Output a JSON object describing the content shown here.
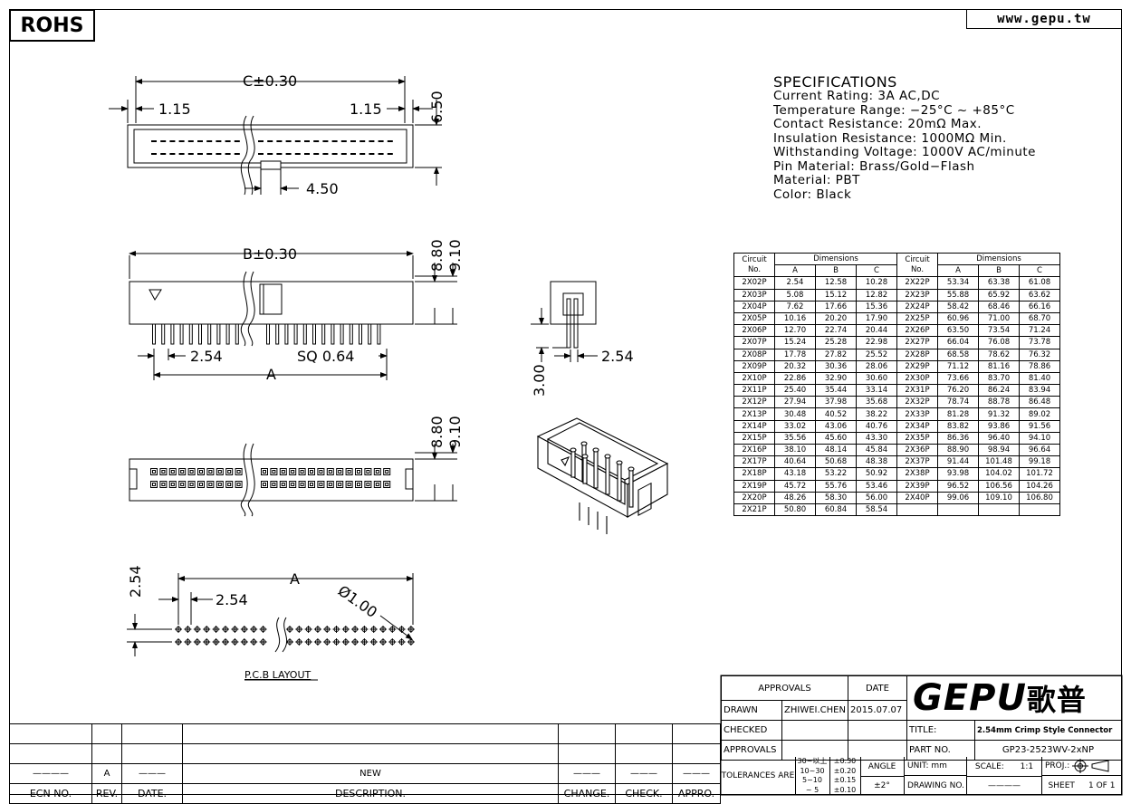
{
  "header": {
    "rohs": "ROHS",
    "website": "www.gepu.tw"
  },
  "specifications": {
    "title": "SPECIFICATIONS",
    "lines": [
      "Current Rating: 3A AC,DC",
      "Temperature Range: −25°C ~ +85°C",
      "Contact Resistance: 20mΩ Max.",
      "Insulation Resistance: 1000MΩ Min.",
      "Withstanding Voltage: 1000V AC/minute",
      "Pin Material: Brass/Gold−Flash",
      "Material: PBT",
      "Color: Black"
    ]
  },
  "drawing": {
    "top_view": {
      "c_dim": "C±0.30",
      "left_margin": "1.15",
      "right_margin": "1.15",
      "height": "6.50",
      "key_width": "4.50"
    },
    "front_view": {
      "b_dim": "B±0.30",
      "h1": "8.80",
      "h2": "9.10",
      "pitch": "2.54",
      "pin_sq": "SQ 0.64",
      "a_dim": "A"
    },
    "side_view": {
      "pin_len": "3.00",
      "pitch": "2.54"
    },
    "bottom_view": {
      "h1": "8.80",
      "h2": "9.10"
    },
    "pcb_layout": {
      "row_pitch": "2.54",
      "col_pitch": "2.54",
      "a_dim": "A",
      "hole": "Ø1.00",
      "caption": "P.C.B LAYOUT"
    }
  },
  "dimensions_table": {
    "col_headers": {
      "circuit": "Circuit",
      "no": "No.",
      "dimensions": "Dimensions",
      "a": "A",
      "b": "B",
      "c": "C"
    },
    "left": [
      [
        "2X02P",
        "2.54",
        "12.58",
        "10.28"
      ],
      [
        "2X03P",
        "5.08",
        "15.12",
        "12.82"
      ],
      [
        "2X04P",
        "7.62",
        "17.66",
        "15.36"
      ],
      [
        "2X05P",
        "10.16",
        "20.20",
        "17.90"
      ],
      [
        "2X06P",
        "12.70",
        "22.74",
        "20.44"
      ],
      [
        "2X07P",
        "15.24",
        "25.28",
        "22.98"
      ],
      [
        "2X08P",
        "17.78",
        "27.82",
        "25.52"
      ],
      [
        "2X09P",
        "20.32",
        "30.36",
        "28.06"
      ],
      [
        "2X10P",
        "22.86",
        "32.90",
        "30.60"
      ],
      [
        "2X11P",
        "25.40",
        "35.44",
        "33.14"
      ],
      [
        "2X12P",
        "27.94",
        "37.98",
        "35.68"
      ],
      [
        "2X13P",
        "30.48",
        "40.52",
        "38.22"
      ],
      [
        "2X14P",
        "33.02",
        "43.06",
        "40.76"
      ],
      [
        "2X15P",
        "35.56",
        "45.60",
        "43.30"
      ],
      [
        "2X16P",
        "38.10",
        "48.14",
        "45.84"
      ],
      [
        "2X17P",
        "40.64",
        "50.68",
        "48.38"
      ],
      [
        "2X18P",
        "43.18",
        "53.22",
        "50.92"
      ],
      [
        "2X19P",
        "45.72",
        "55.76",
        "53.46"
      ],
      [
        "2X20P",
        "48.26",
        "58.30",
        "56.00"
      ],
      [
        "2X21P",
        "50.80",
        "60.84",
        "58.54"
      ]
    ],
    "right": [
      [
        "2X22P",
        "53.34",
        "63.38",
        "61.08"
      ],
      [
        "2X23P",
        "55.88",
        "65.92",
        "63.62"
      ],
      [
        "2X24P",
        "58.42",
        "68.46",
        "66.16"
      ],
      [
        "2X25P",
        "60.96",
        "71.00",
        "68.70"
      ],
      [
        "2X26P",
        "63.50",
        "73.54",
        "71.24"
      ],
      [
        "2X27P",
        "66.04",
        "76.08",
        "73.78"
      ],
      [
        "2X28P",
        "68.58",
        "78.62",
        "76.32"
      ],
      [
        "2X29P",
        "71.12",
        "81.16",
        "78.86"
      ],
      [
        "2X30P",
        "73.66",
        "83.70",
        "81.40"
      ],
      [
        "2X31P",
        "76.20",
        "86.24",
        "83.94"
      ],
      [
        "2X32P",
        "78.74",
        "88.78",
        "86.48"
      ],
      [
        "2X33P",
        "81.28",
        "91.32",
        "89.02"
      ],
      [
        "2X34P",
        "83.82",
        "93.86",
        "91.56"
      ],
      [
        "2X35P",
        "86.36",
        "96.40",
        "94.10"
      ],
      [
        "2X36P",
        "88.90",
        "98.94",
        "96.64"
      ],
      [
        "2X37P",
        "91.44",
        "101.48",
        "99.18"
      ],
      [
        "2X38P",
        "93.98",
        "104.02",
        "101.72"
      ],
      [
        "2X39P",
        "96.52",
        "106.56",
        "104.26"
      ],
      [
        "2X40P",
        "99.06",
        "109.10",
        "106.80"
      ],
      [
        "",
        "",
        "",
        ""
      ]
    ]
  },
  "revision_block": {
    "row": {
      "ecn": "————",
      "rev": "A",
      "date": "———",
      "desc": "NEW",
      "change": "———",
      "check": "———",
      "appro": "———"
    },
    "headers": {
      "ecn": "ECN NO.",
      "rev": "REV.",
      "date": "DATE.",
      "desc": "DESCRIPTION.",
      "change": "CHANGE.",
      "check": "CHECK.",
      "appro": "APPRO."
    }
  },
  "title_block": {
    "approvals_label": "APPROVALS",
    "date_label": "DATE",
    "drawn_label": "DRAWN",
    "drawn_by": "ZHIWEI.CHEN",
    "drawn_date": "2015.07.07",
    "checked_label": "CHECKED",
    "approvals2_label": "APPROVALS",
    "tolerances_label": "TOLERANCES ARE",
    "tol_ranges": [
      "30~以上",
      "10~30",
      "5~10",
      "~ 5"
    ],
    "tol_values": [
      "±0.30",
      "±0.20",
      "±0.15",
      "±0.10"
    ],
    "angle_label": "ANGLE",
    "angle_value": "±2°",
    "logo_text": "GEPU",
    "logo_cn": "歌普",
    "title_label": "TITLE:",
    "title_value": "2.54mm Crimp Style Connector",
    "part_label": "PART NO.",
    "part_value": "GP23-2523WV-2xNP",
    "unit_label": "UNIT: mm",
    "scale_label": "SCALE:",
    "scale_value": "1:1",
    "proj_label": "PROJ.:",
    "drawing_no_label": "DRAWING NO.",
    "drawing_no_value": "————",
    "sheet_label": "SHEET",
    "sheet_value": "1 OF 1"
  }
}
